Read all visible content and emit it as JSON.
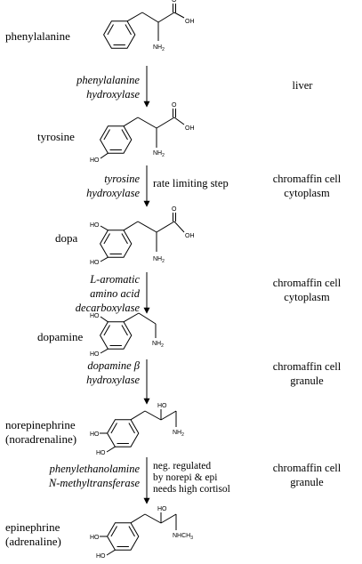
{
  "compounds": [
    {
      "name": "phenylalanine"
    },
    {
      "name": "tyrosine"
    },
    {
      "name": "dopa"
    },
    {
      "name": "dopamine"
    },
    {
      "name": "norepinephrine",
      "alias": "(noradrenaline)"
    },
    {
      "name": "epinephrine",
      "alias": "(adrenaline)"
    }
  ],
  "steps": [
    {
      "enzyme": [
        "phenylalanine",
        "hydroxylase"
      ],
      "note": [],
      "location": [
        "liver"
      ]
    },
    {
      "enzyme": [
        "tyrosine",
        "hydroxylase"
      ],
      "note": [
        "rate limiting step"
      ],
      "location": [
        "chromaffin cell",
        "cytoplasm"
      ]
    },
    {
      "enzyme": [
        "L-aromatic",
        "amino acid",
        "decarboxylase"
      ],
      "note": [],
      "location": [
        "chromaffin cell",
        "cytoplasm"
      ]
    },
    {
      "enzyme": [
        "dopamine β",
        "hydroxylase"
      ],
      "note": [],
      "location": [
        "chromaffin cell",
        "granule"
      ]
    },
    {
      "enzyme": [
        "phenylethanolamine",
        "N-methyltransferase"
      ],
      "note": [
        "neg. regulated",
        "by norepi & epi",
        "needs high cortisol"
      ],
      "location": [
        "chromaffin cell",
        "granule"
      ]
    }
  ],
  "atoms": {
    "oh": "OH",
    "ho": "HO",
    "o": "O",
    "nh": "NH",
    "nh_sub": "2",
    "nhch": "NHCH",
    "ch3_sub": "3"
  },
  "colors": {
    "ink": "#000000",
    "background": "#ffffff"
  }
}
